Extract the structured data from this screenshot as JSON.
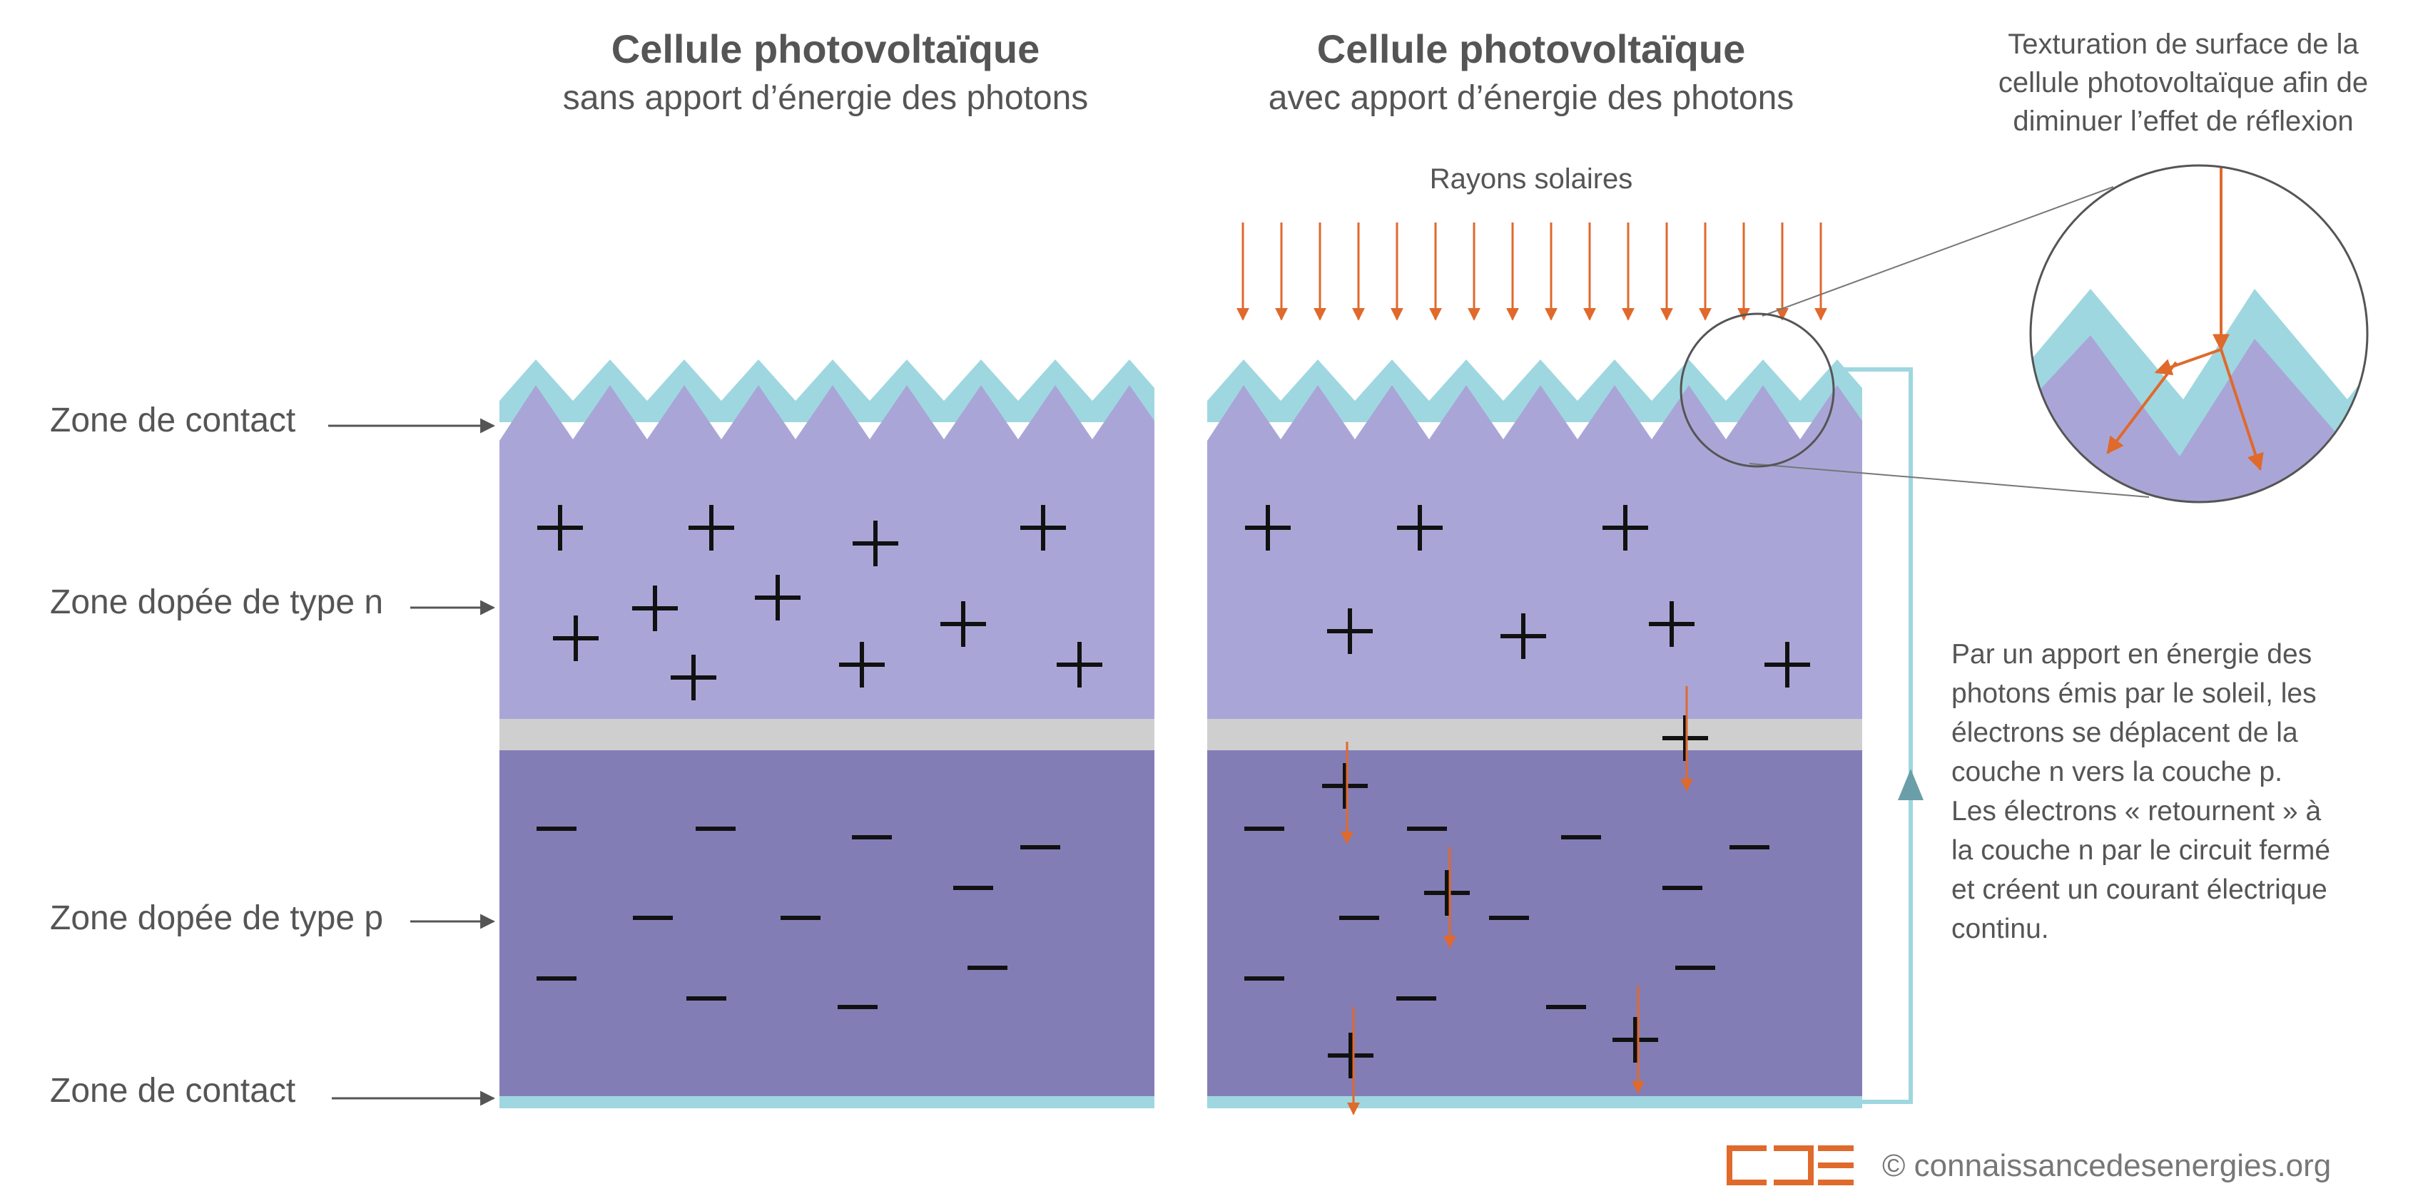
{
  "titles": {
    "left": {
      "title": "Cellule photovoltaïque",
      "subtitle": "sans apport d’énergie des photons"
    },
    "right": {
      "title": "Cellule photovoltaïque",
      "subtitle": "avec apport d’énergie des photons"
    }
  },
  "callout": [
    "Texturation de surface de la",
    "cellule photovoltaïque afin de",
    "diminuer l’effet de réflexion"
  ],
  "sun_label": "Rayons solaires",
  "zones": {
    "contact_top": "Zone de contact",
    "n_type": "Zone dopée de type n",
    "p_type": "Zone dopée de type p",
    "contact_bottom": "Zone de contact"
  },
  "explanation": [
    "Par un apport en énergie des",
    "photons émis par le soleil, les",
    "électrons se déplacent de la",
    "couche n vers la couche p.",
    "Les électrons « retournent » à",
    "la couche n par le circuit fermé",
    "et créent un courant électrique",
    "continu."
  ],
  "credit": "© connaissancedesenergies.org",
  "symbols": {
    "plus": "+",
    "minus": "−"
  },
  "colors": {
    "n_layer": "#a9a6d7",
    "p_layer": "#837db6",
    "junction": "#cfcfcf",
    "contact": "#9fd7e0",
    "arrow": "#e0692c",
    "circuit": "#9fd7e0",
    "circuit_arrow": "#6a9ea9",
    "text": "#555555",
    "logo": "#e0692c"
  }
}
